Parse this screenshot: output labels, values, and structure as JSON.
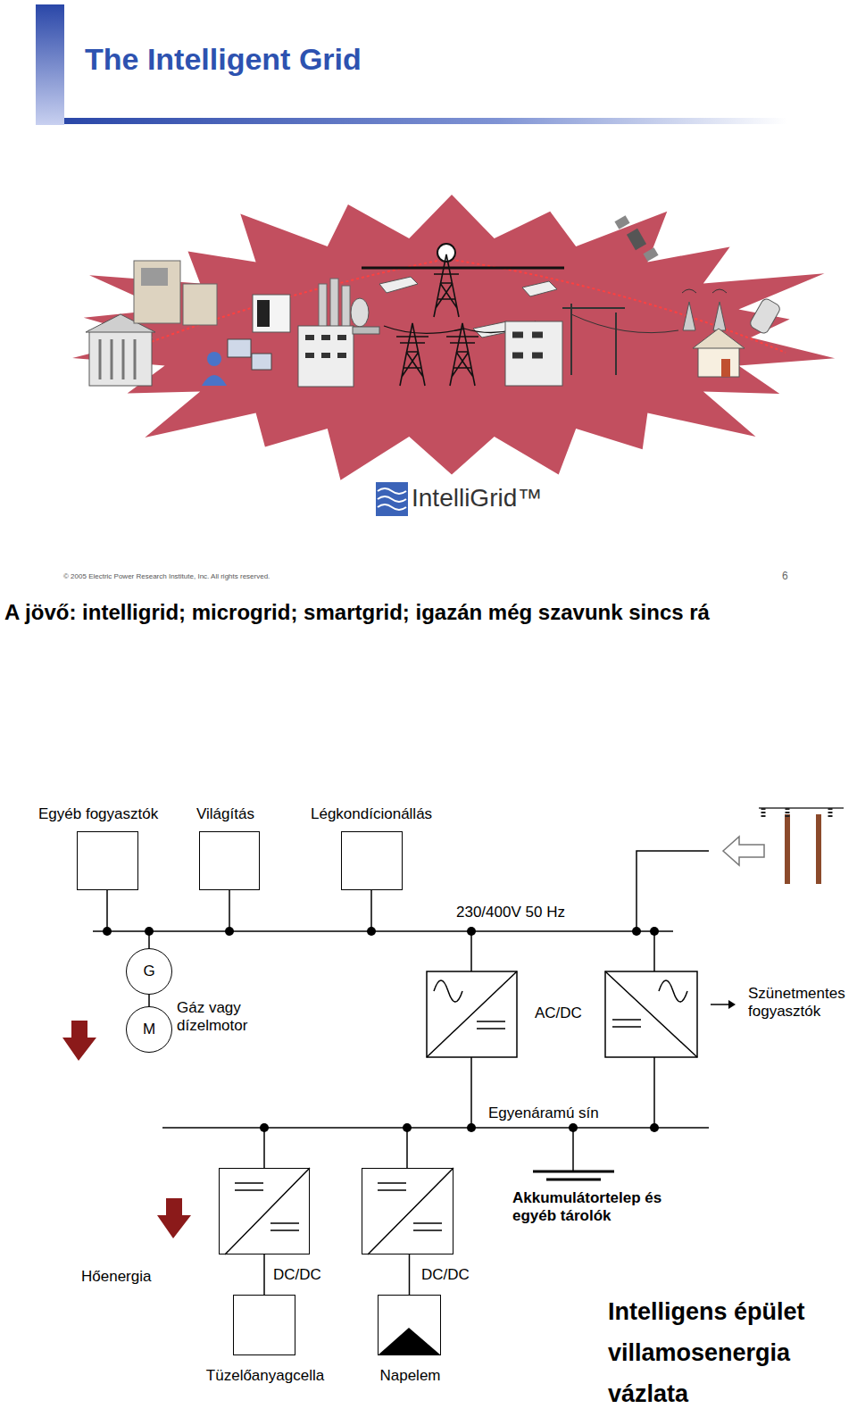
{
  "diagram": {
    "title": "The Intelligent Grid",
    "caption": "A jövő: intelligrid; microgrid; smartgrid; igazán még szavunk sincs rá",
    "nodes": [
      {
        "text": [
          "Egyéb fogyasztók"
        ]
      },
      {
        "text": [
          "Világítás"
        ]
      },
      {
        "text": [
          "Légkondícionállás"
        ]
      },
      {
        "text": [
          "G"
        ]
      },
      {
        "text": [
          "M"
        ]
      },
      {
        "text": [
          "DC/DC"
        ]
      },
      {
        "text": [
          "DC/DC"
        ]
      },
      {
        "text": [
          "Tüzelőanyagcella"
        ]
      },
      {
        "text": [
          "Napelem"
        ]
      }
    ],
    "edges": [
      {
        "from": 3,
        "to": 4,
        "arrow": "none"
      },
      {
        "from": 5,
        "to": 7,
        "arrow": "none"
      },
      {
        "from": 6,
        "to": 8,
        "arrow": "none"
      }
    ],
    "labels": [
      "IntelliGrid™",
      "© 2005 Electric Power Research Institute, Inc. All rights reserved.",
      "6",
      "230/400V 50 Hz",
      "Gáz vagy dízelmotor",
      "AC/DC",
      "Szünetmentes fogyasztók",
      "Egyenáramú sín",
      "Akkumulátortelep és egyéb tárolók",
      "Hőenergia",
      "Intelligens épület villamosenergia vázlata"
    ]
  }
}
